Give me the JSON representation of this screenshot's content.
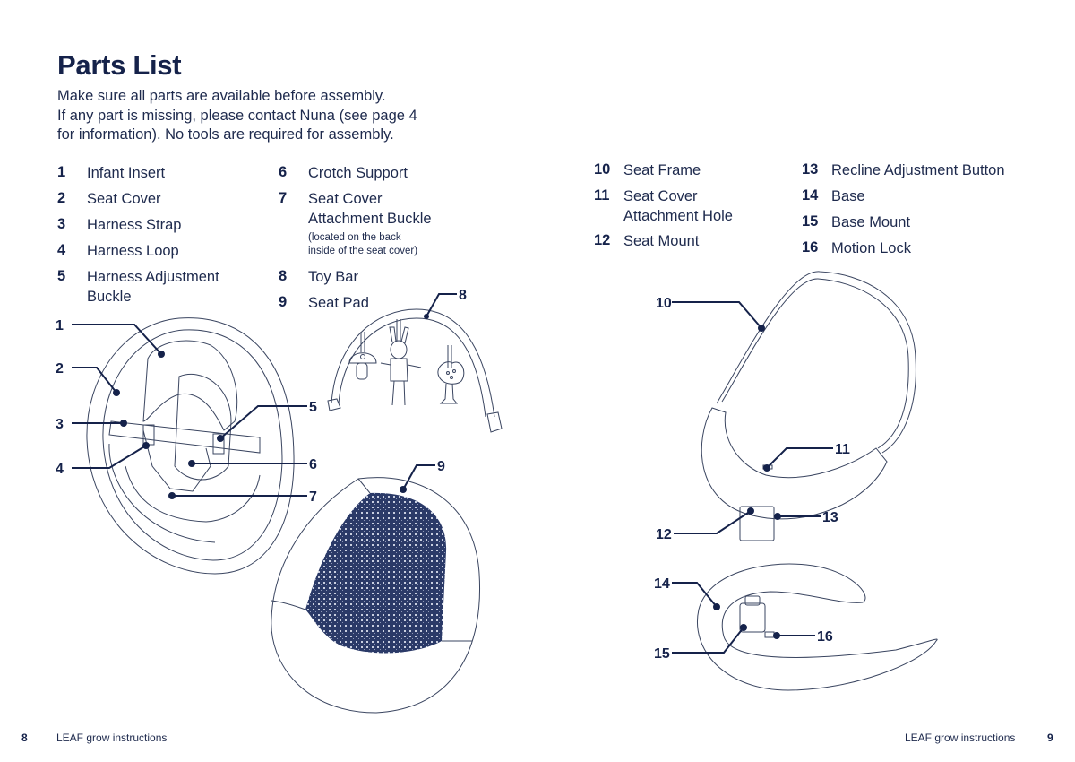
{
  "page": {
    "title": "Parts List",
    "intro_lines": [
      "Make sure all parts are available before assembly.",
      "If any part is missing, please contact Nuna (see page 4",
      "for information). No tools are required for assembly."
    ]
  },
  "parts": [
    {
      "num": "1",
      "label": "Infant Insert"
    },
    {
      "num": "2",
      "label": "Seat Cover"
    },
    {
      "num": "3",
      "label": "Harness Strap"
    },
    {
      "num": "4",
      "label": "Harness Loop"
    },
    {
      "num": "5",
      "label": "Harness Adjustment",
      "label2": "Buckle"
    },
    {
      "num": "6",
      "label": "Crotch Support"
    },
    {
      "num": "7",
      "label": "Seat Cover",
      "label2": "Attachment Buckle",
      "note1": "(located on the back",
      "note2": "inside of the seat cover)"
    },
    {
      "num": "8",
      "label": "Toy Bar"
    },
    {
      "num": "9",
      "label": "Seat Pad"
    },
    {
      "num": "10",
      "label": "Seat Frame"
    },
    {
      "num": "11",
      "label": "Seat Cover",
      "label2": "Attachment Hole"
    },
    {
      "num": "12",
      "label": "Seat Mount"
    },
    {
      "num": "13",
      "label": "Recline Adjustment Button"
    },
    {
      "num": "14",
      "label": "Base"
    },
    {
      "num": "15",
      "label": "Base Mount"
    },
    {
      "num": "16",
      "label": "Motion Lock"
    }
  ],
  "callouts": [
    "1",
    "2",
    "3",
    "4",
    "5",
    "6",
    "7",
    "8",
    "9",
    "10",
    "11",
    "12",
    "13",
    "14",
    "15",
    "16"
  ],
  "footer": {
    "left_page": "8",
    "left_text": "LEAF grow instructions",
    "right_text": "LEAF grow instructions",
    "right_page": "9"
  },
  "colors": {
    "ink": "#15224a",
    "text": "#1e2a4d",
    "line": "#3a4560",
    "mesh": "#2b3a68"
  }
}
